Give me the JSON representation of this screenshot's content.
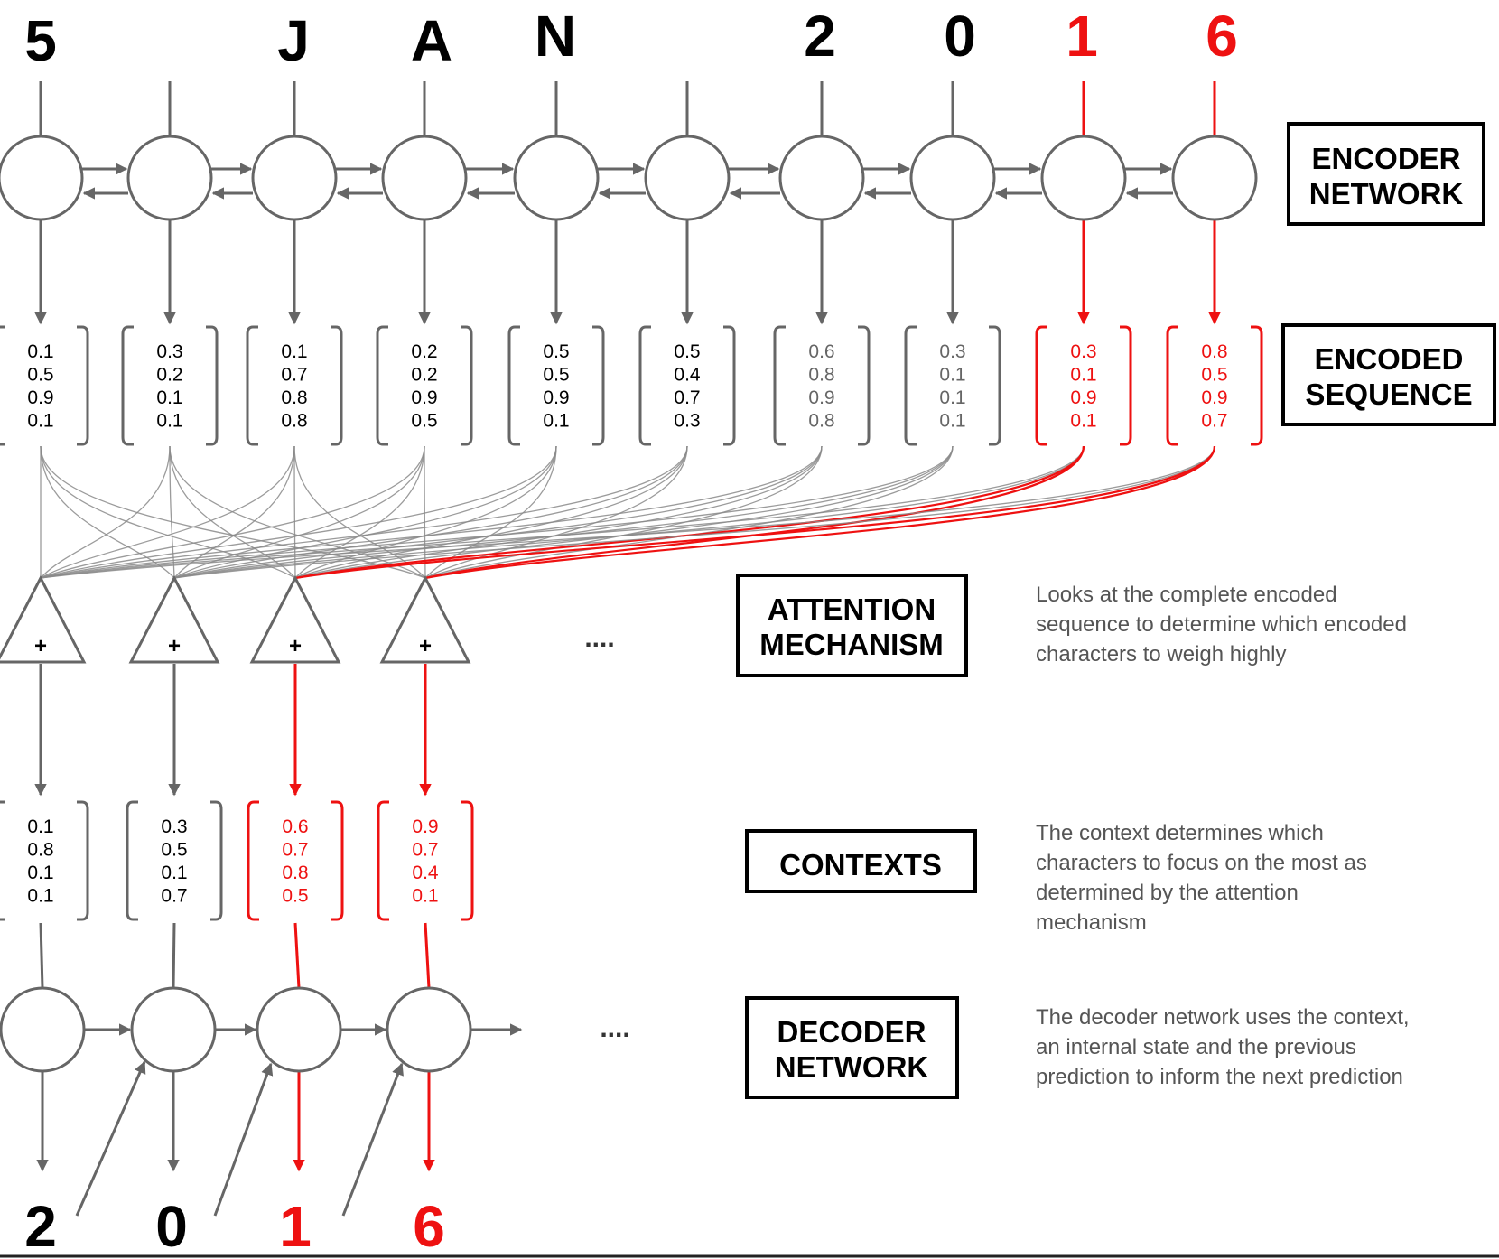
{
  "colors": {
    "gray": "#666666",
    "red": "#ee1111",
    "black": "#000000",
    "desc": "#555555",
    "attn_gray": "#8a8a8a"
  },
  "input": {
    "chars": [
      {
        "label": "5",
        "highlight": false
      },
      {
        "label": "J",
        "highlight": false
      },
      {
        "label": "A",
        "highlight": false
      },
      {
        "label": "N",
        "highlight": false
      },
      {
        "label": "2",
        "highlight": false
      },
      {
        "label": "0",
        "highlight": false
      },
      {
        "label": "1",
        "highlight": true
      },
      {
        "label": "6",
        "highlight": true
      }
    ]
  },
  "encoded_vectors": [
    {
      "values": [
        "0.1",
        "0.5",
        "0.9",
        "0.1"
      ],
      "highlight": false
    },
    {
      "values": [
        "0.3",
        "0.2",
        "0.1",
        "0.1"
      ],
      "highlight": false
    },
    {
      "values": [
        "0.1",
        "0.7",
        "0.8",
        "0.8"
      ],
      "highlight": false
    },
    {
      "values": [
        "0.2",
        "0.2",
        "0.9",
        "0.5"
      ],
      "highlight": false
    },
    {
      "values": [
        "0.5",
        "0.5",
        "0.9",
        "0.1"
      ],
      "highlight": false
    },
    {
      "values": [
        "0.5",
        "0.4",
        "0.7",
        "0.3"
      ],
      "highlight": false
    },
    {
      "values": [
        "0.6",
        "0.8",
        "0.9",
        "0.8"
      ],
      "highlight": false
    },
    {
      "values": [
        "0.3",
        "0.1",
        "0.1",
        "0.1"
      ],
      "highlight": false
    },
    {
      "values": [
        "0.3",
        "0.1",
        "0.9",
        "0.1"
      ],
      "highlight": true
    },
    {
      "values": [
        "0.8",
        "0.5",
        "0.9",
        "0.7"
      ],
      "highlight": true
    }
  ],
  "attention": {
    "plus_symbol": "+",
    "ellipsis": "....",
    "highlight": [
      false,
      false,
      true,
      true
    ]
  },
  "contexts": [
    {
      "values": [
        "0.1",
        "0.8",
        "0.1",
        "0.1"
      ],
      "highlight": false
    },
    {
      "values": [
        "0.3",
        "0.5",
        "0.1",
        "0.7"
      ],
      "highlight": false
    },
    {
      "values": [
        "0.6",
        "0.7",
        "0.8",
        "0.5"
      ],
      "highlight": true
    },
    {
      "values": [
        "0.9",
        "0.7",
        "0.4",
        "0.1"
      ],
      "highlight": true
    }
  ],
  "decoder": {
    "ellipsis": "...."
  },
  "output": {
    "chars": [
      {
        "label": "2",
        "highlight": false
      },
      {
        "label": "0",
        "highlight": false
      },
      {
        "label": "1",
        "highlight": true
      },
      {
        "label": "6",
        "highlight": true
      }
    ]
  },
  "labels": {
    "encoder_network": [
      "ENCODER",
      "NETWORK"
    ],
    "encoded_sequence": [
      "ENCODED",
      "SEQUENCE"
    ],
    "attention_mechanism": [
      "ATTENTION",
      "MECHANISM"
    ],
    "contexts": [
      "CONTEXTS"
    ],
    "decoder_network": [
      "DECODER",
      "NETWORK"
    ]
  },
  "descriptions": {
    "attention": [
      "Looks at the complete encoded",
      "sequence to determine which encoded",
      "characters to weigh highly"
    ],
    "contexts": [
      "The context determines which",
      "characters to focus on the most as",
      "determined by the attention",
      "mechanism"
    ],
    "decoder": [
      "The decoder network uses the context,",
      "an internal state and the previous",
      "prediction to inform the next prediction"
    ]
  }
}
